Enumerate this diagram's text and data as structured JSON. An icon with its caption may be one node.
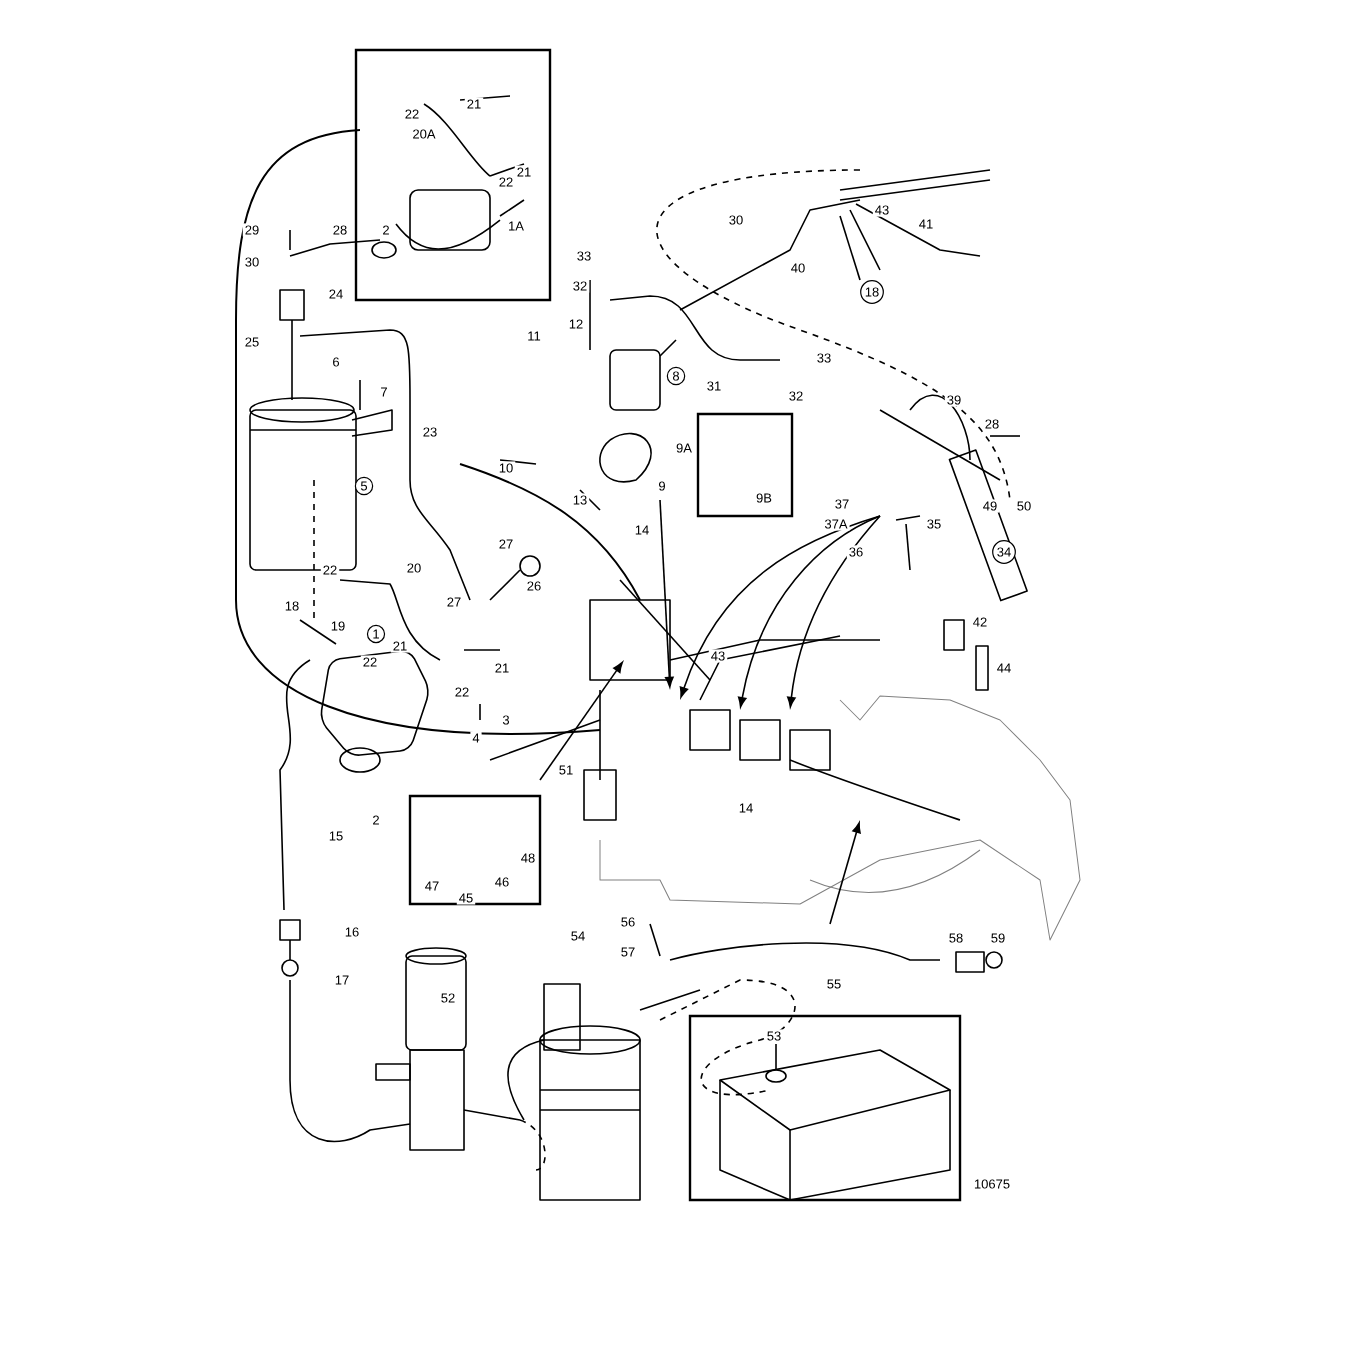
{
  "diagram": {
    "labels": [
      "21",
      "22",
      "20A",
      "21",
      "22",
      "2",
      "1A",
      "29",
      "28",
      "30",
      "24",
      "25",
      "6",
      "7",
      "23",
      "5",
      "22",
      "20",
      "27",
      "26",
      "27",
      "18",
      "19",
      "22",
      "21",
      "1",
      "21",
      "22",
      "3",
      "4",
      "2",
      "15",
      "16",
      "17",
      "52",
      "54",
      "47",
      "45",
      "46",
      "48",
      "33",
      "32",
      "12",
      "11",
      "8",
      "9A",
      "10",
      "9",
      "13",
      "14",
      "9B",
      "30",
      "31",
      "32",
      "33",
      "43",
      "41",
      "40",
      "18",
      "39",
      "28",
      "37",
      "49",
      "50",
      "37A",
      "35",
      "36",
      "34",
      "42",
      "44",
      "43",
      "51",
      "14",
      "56",
      "57",
      "55",
      "58",
      "59",
      "53",
      "10675"
    ]
  }
}
